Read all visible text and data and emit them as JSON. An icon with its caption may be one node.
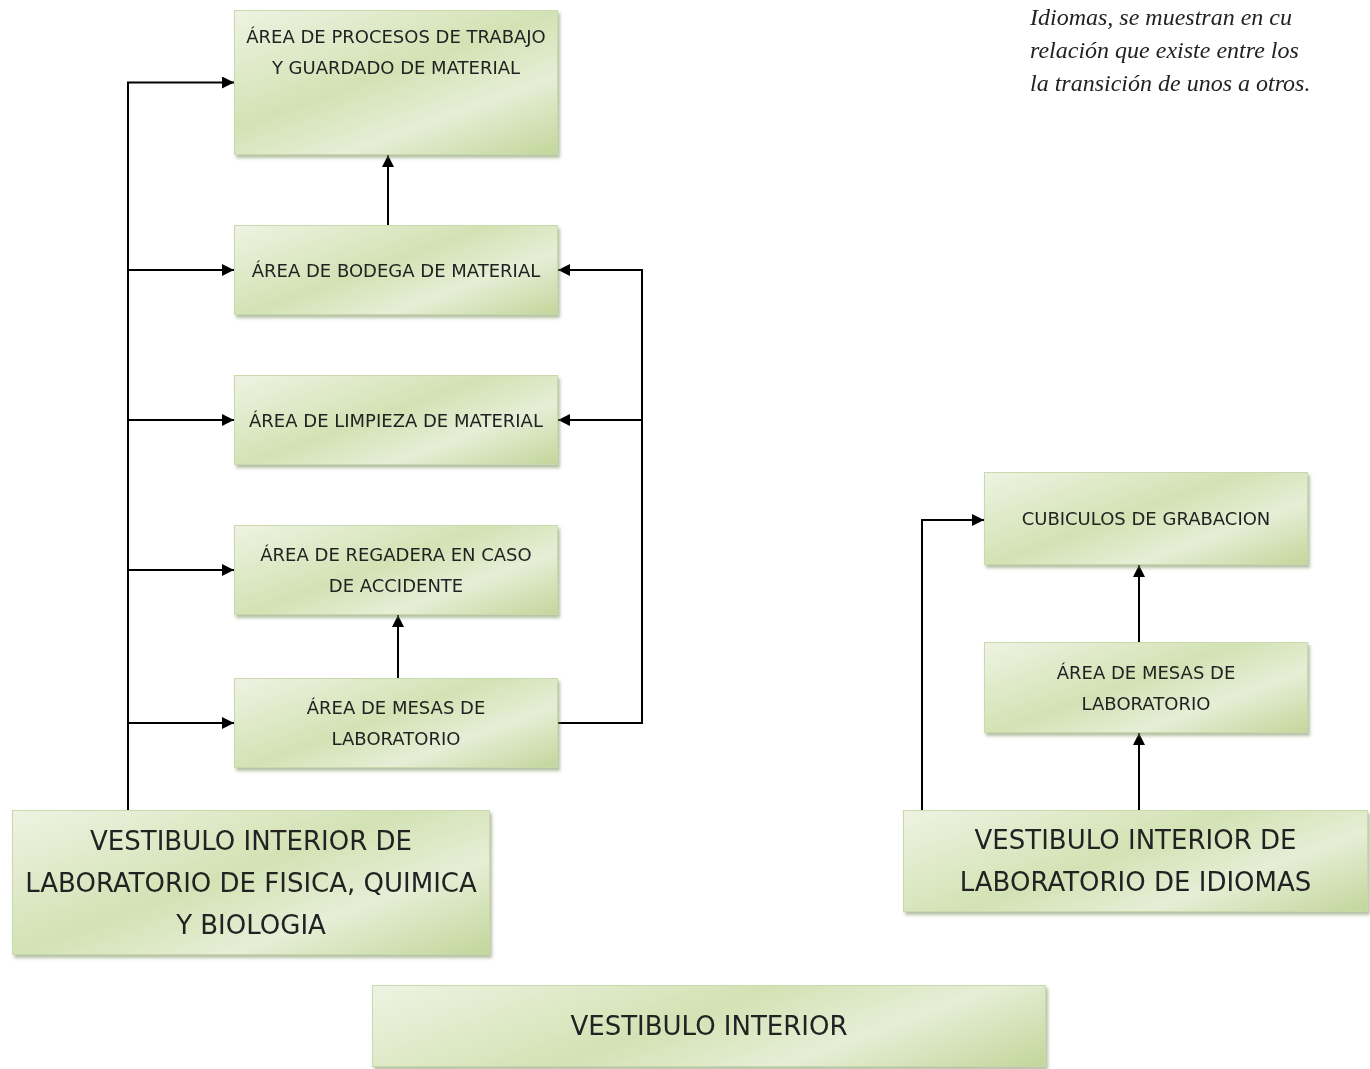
{
  "diagram": {
    "nodes": [
      {
        "text": [
          "ÁREA DE PROCESOS DE TRABAJO Y GUARDADO DE MATERIAL"
        ]
      },
      {
        "text": [
          "ÁREA DE BODEGA DE MATERIAL"
        ]
      },
      {
        "text": [
          "ÁREA DE LIMPIEZA DE MATERIAL"
        ]
      },
      {
        "text": [
          "ÁREA DE REGADERA EN CASO DE ACCIDENTE"
        ]
      },
      {
        "text": [
          "ÁREA DE MESAS DE LABORATORIO"
        ]
      },
      {
        "text": [
          "VESTIBULO INTERIOR DE LABORATORIO DE FISICA, QUIMICA Y BIOLOGIA"
        ]
      },
      {
        "text": [
          "CUBICULOS DE GRABACION"
        ]
      },
      {
        "text": [
          "ÁREA DE MESAS DE LABORATORIO"
        ]
      },
      {
        "text": [
          "VESTIBULO INTERIOR DE LABORATORIO DE IDIOMAS"
        ]
      },
      {
        "text": [
          "VESTIBULO INTERIOR"
        ]
      }
    ],
    "edges": [
      {
        "from": 5,
        "to": 0,
        "arrow": "to"
      },
      {
        "from": 5,
        "to": 1,
        "arrow": "to"
      },
      {
        "from": 5,
        "to": 2,
        "arrow": "to"
      },
      {
        "from": 5,
        "to": 3,
        "arrow": "to"
      },
      {
        "from": 5,
        "to": 4,
        "arrow": "to"
      },
      {
        "from": 1,
        "to": 0,
        "arrow": "to"
      },
      {
        "from": 4,
        "to": 3,
        "arrow": "to"
      },
      {
        "from": 4,
        "to": 1,
        "arrow": "to"
      },
      {
        "from": 4,
        "to": 2,
        "arrow": "to"
      },
      {
        "from": 8,
        "to": 6,
        "arrow": "to"
      },
      {
        "from": 8,
        "to": 7,
        "arrow": "to"
      },
      {
        "from": 7,
        "to": 6,
        "arrow": "to"
      }
    ],
    "labels": [
      "Idiomas, se muestran en cu",
      "relación que existe entre los",
      "la transición de unos a otros."
    ]
  }
}
